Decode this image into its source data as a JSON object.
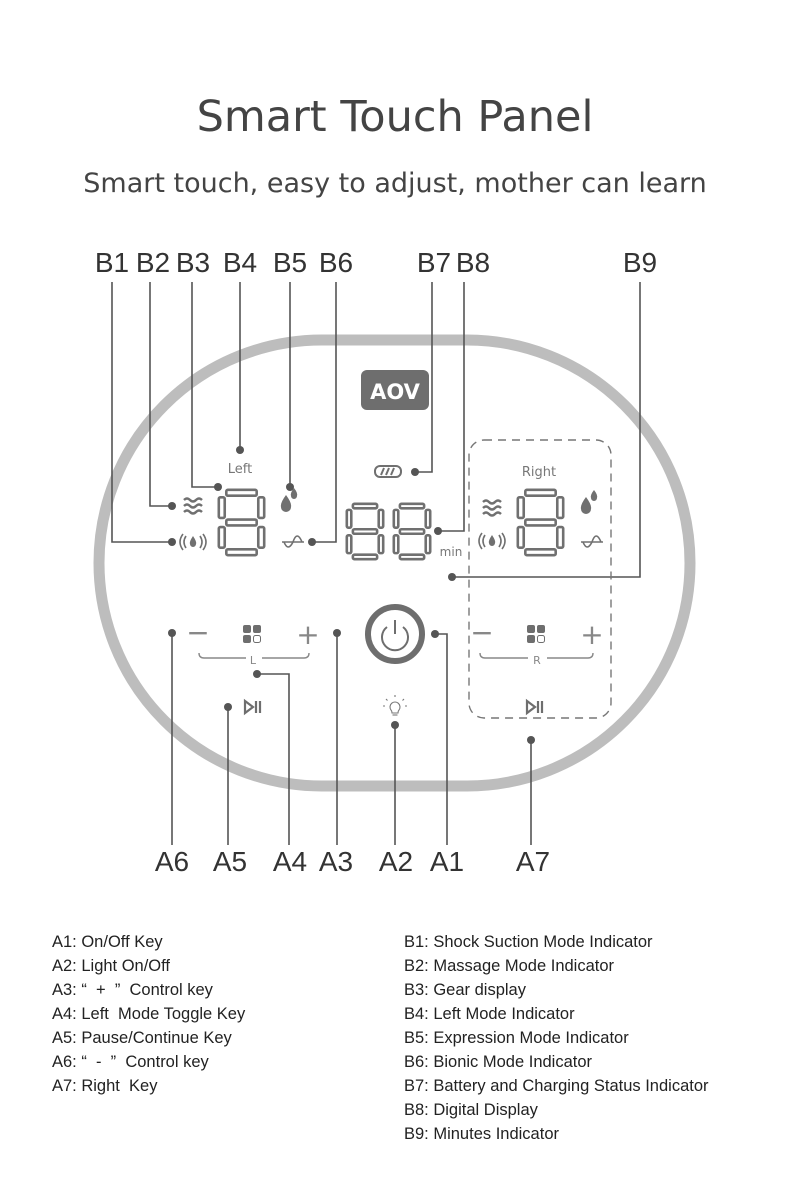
{
  "header": {
    "title": "Smart Touch Panel",
    "subtitle": "Smart touch, easy to adjust, mother can learn"
  },
  "callouts_top": [
    "B1",
    "B2",
    "B3",
    "B4",
    "B5",
    "B6",
    "B7",
    "B8",
    "B9"
  ],
  "callouts_bottom": [
    "A6",
    "A5",
    "A4",
    "A3",
    "A2",
    "A1",
    "A7"
  ],
  "panel": {
    "logo": "AOV",
    "left_label": "Left",
    "right_label": "Right",
    "min_label": "min",
    "left_group_label": "L",
    "right_group_label": "R",
    "minus": "−",
    "plus": "+"
  },
  "legend": {
    "a": [
      "A1: On/Off Key",
      "A2: Light On/Off",
      "A3: “  +  ”  Control key",
      "A4: Left  Mode Toggle Key",
      "A5: Pause/Continue Key",
      "A6: “  -  ”  Control key",
      "A7: Right  Key"
    ],
    "b": [
      "B1: Shock Suction Mode Indicator",
      "B2: Massage Mode Indicator",
      "B3: Gear display",
      "B4: Left Mode Indicator",
      "B5: Expression Mode Indicator",
      "B6: Bionic Mode Indicator",
      "B7: Battery and Charging Status Indicator",
      "B8: Digital Display",
      "B9: Minutes Indicator"
    ]
  },
  "colors": {
    "panel_border": "#bdbdbd",
    "icon": "#707070",
    "line": "#555555",
    "text": "#444444"
  }
}
